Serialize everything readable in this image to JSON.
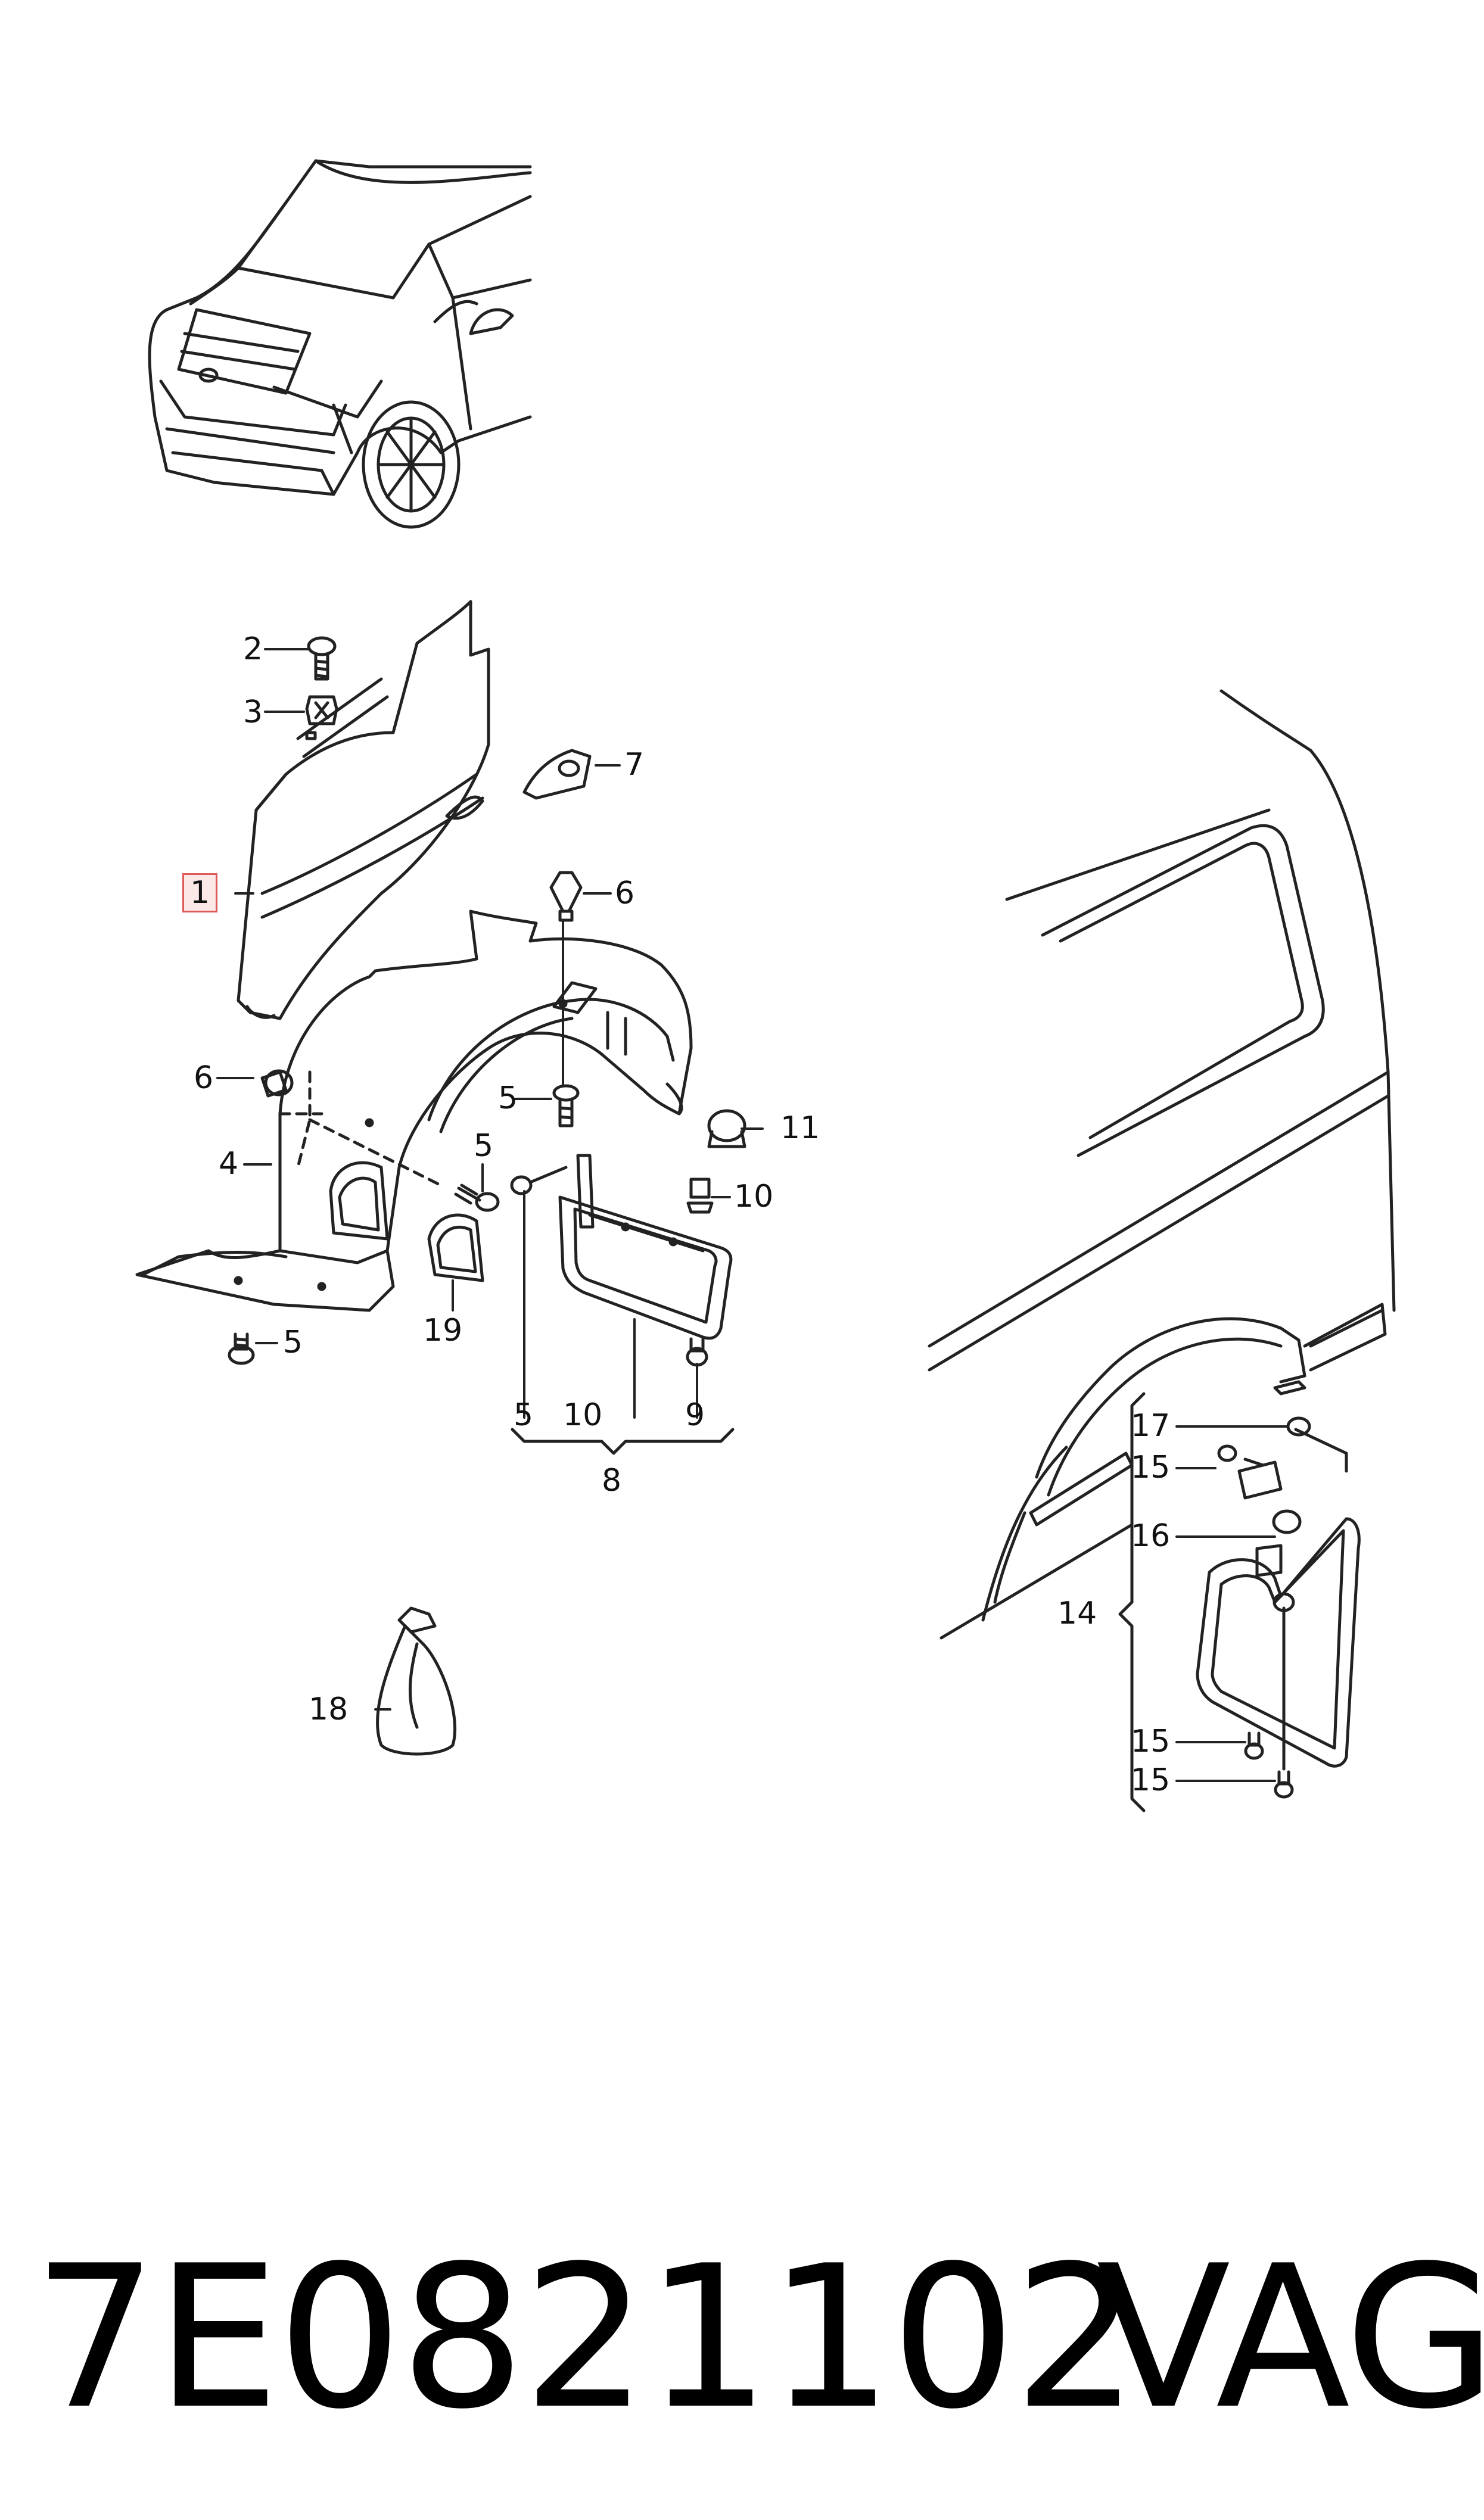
{
  "callouts": {
    "c1": "1",
    "c2": "2",
    "c3": "3",
    "c4": "4",
    "c5a": "5",
    "c5b": "5",
    "c5c": "5",
    "c5d": "5",
    "c6a": "6",
    "c6b": "6",
    "c7": "7",
    "c8": "8",
    "c9": "9",
    "c10a": "10",
    "c10b": "10",
    "c11": "11",
    "c14": "14",
    "c15a": "15",
    "c15b": "15",
    "c15c": "15",
    "c16": "16",
    "c17": "17",
    "c18": "18",
    "c19": "19"
  },
  "footer": {
    "part_number": "7E0821102",
    "brand": "VAG"
  },
  "highlight_color": "#e05a5a"
}
